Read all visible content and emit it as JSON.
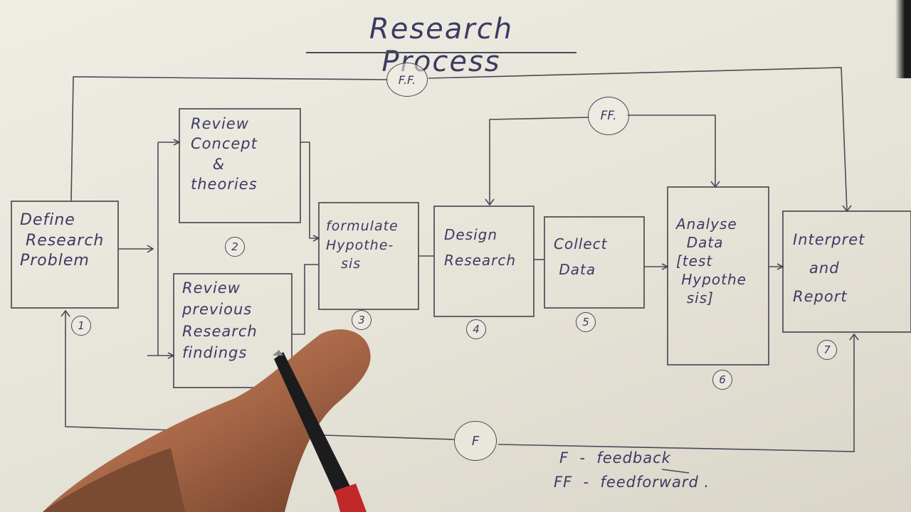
{
  "title": "Research Process",
  "nodes": [
    {
      "id": "n1",
      "label": "Define\n Research\nProblem",
      "number": "1"
    },
    {
      "id": "n2a",
      "label": "Review\nConcept\n    &\ntheories",
      "number": "2"
    },
    {
      "id": "n2b",
      "label": "Review\nprevious\nResearch\nfindings",
      "number": ""
    },
    {
      "id": "n3",
      "label": "formulate\nHypothe-\n   sis",
      "number": "3"
    },
    {
      "id": "n4",
      "label": "Design\nResearch",
      "number": "4"
    },
    {
      "id": "n5",
      "label": "Collect\n Data",
      "number": "5"
    },
    {
      "id": "n6",
      "label": "Analyse\n  Data\n[test\n Hypothe\n  sis]",
      "number": "6"
    },
    {
      "id": "n7",
      "label": "Interpret\n   and\nReport",
      "number": "7"
    }
  ],
  "loops": [
    {
      "label": "F.F."
    },
    {
      "label": "FF."
    },
    {
      "label": "F"
    }
  ],
  "legend": [
    {
      "text": "F  -  feedback"
    },
    {
      "text": "FF  -  feedforward ."
    }
  ]
}
